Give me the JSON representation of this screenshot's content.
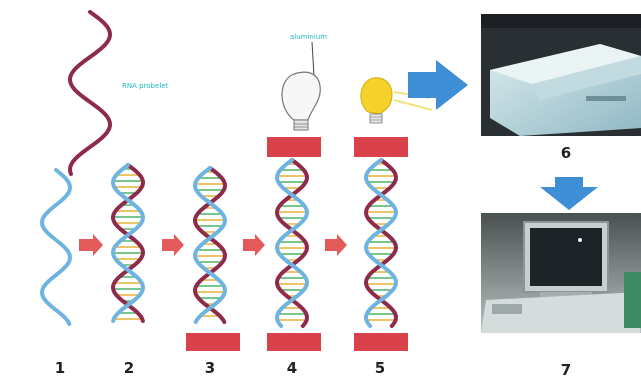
{
  "annotations": {
    "probe_label": "RNA probelet",
    "light_label": "aluminium"
  },
  "step_labels": [
    "1",
    "2",
    "3",
    "4",
    "5",
    "6",
    "7"
  ],
  "colors": {
    "strand_dark": "#8e2a4a",
    "strand_light": "#6fb4e0",
    "block": "#d9414b",
    "arrow_red": "#e25a5a",
    "arrow_blue": "#3f8fd6",
    "bulb_yellow": "#f4d22a"
  }
}
